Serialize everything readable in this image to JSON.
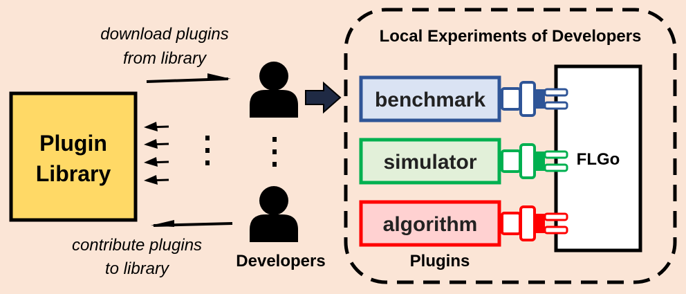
{
  "library": {
    "line1": "Plugin",
    "line2": "Library"
  },
  "download_caption": {
    "line1": "download plugins",
    "line2": "from library"
  },
  "contribute_caption": {
    "line1": "contribute plugins",
    "line2": "to library"
  },
  "developers_label": "Developers",
  "local_panel": {
    "title": "Local Experiments of Developers",
    "plugins_label": "Plugins"
  },
  "framework": {
    "label": "FLGo"
  },
  "plugins": [
    {
      "label": "benchmark",
      "border": "#2f5597",
      "fill": "#dae3f3"
    },
    {
      "label": "simulator",
      "border": "#00b050",
      "fill": "#e2f0d9"
    },
    {
      "label": "algorithm",
      "border": "#ff0000",
      "fill": "#ffd1d1"
    }
  ],
  "colors": {
    "background": "#fbe5d6",
    "library_fill": "#ffd966",
    "arrow_fill": "#1f2a44"
  },
  "icons": [
    "person-icon",
    "person-icon",
    "vertical-ellipsis-icon",
    "right-arrow-icon",
    "plug-icon"
  ]
}
